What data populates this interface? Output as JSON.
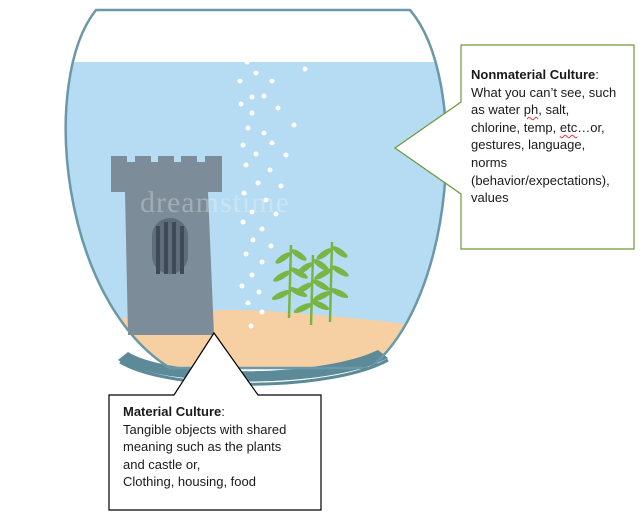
{
  "watermark": "dreamstime",
  "nonmaterial": {
    "title": "Nonmaterial Culture",
    "colon": ":",
    "line1": "What you can’t see, such",
    "line2_a": "as water ",
    "line2_b": "ph",
    "line2_c": ", salt,",
    "line3_a": "chlorine, temp, ",
    "line3_b": "etc",
    "line3_c": "…or,",
    "line4": "gestures, language,",
    "line5": "norms",
    "line6": "(behavior/expectations),",
    "line7": "values"
  },
  "material": {
    "title": "Material Culture",
    "colon": ":",
    "line1": "Tangible objects with shared",
    "line2": "meaning such as the plants",
    "line3": "and castle or,",
    "line4": "Clothing, housing, food"
  },
  "colors": {
    "water": "#b5dcf2",
    "sand": "#f6d0a2",
    "bowl_rim": "#5c8a99",
    "castle": "#7d8c99",
    "plant": "#79b545",
    "callout_border": "#6a9a3a"
  }
}
